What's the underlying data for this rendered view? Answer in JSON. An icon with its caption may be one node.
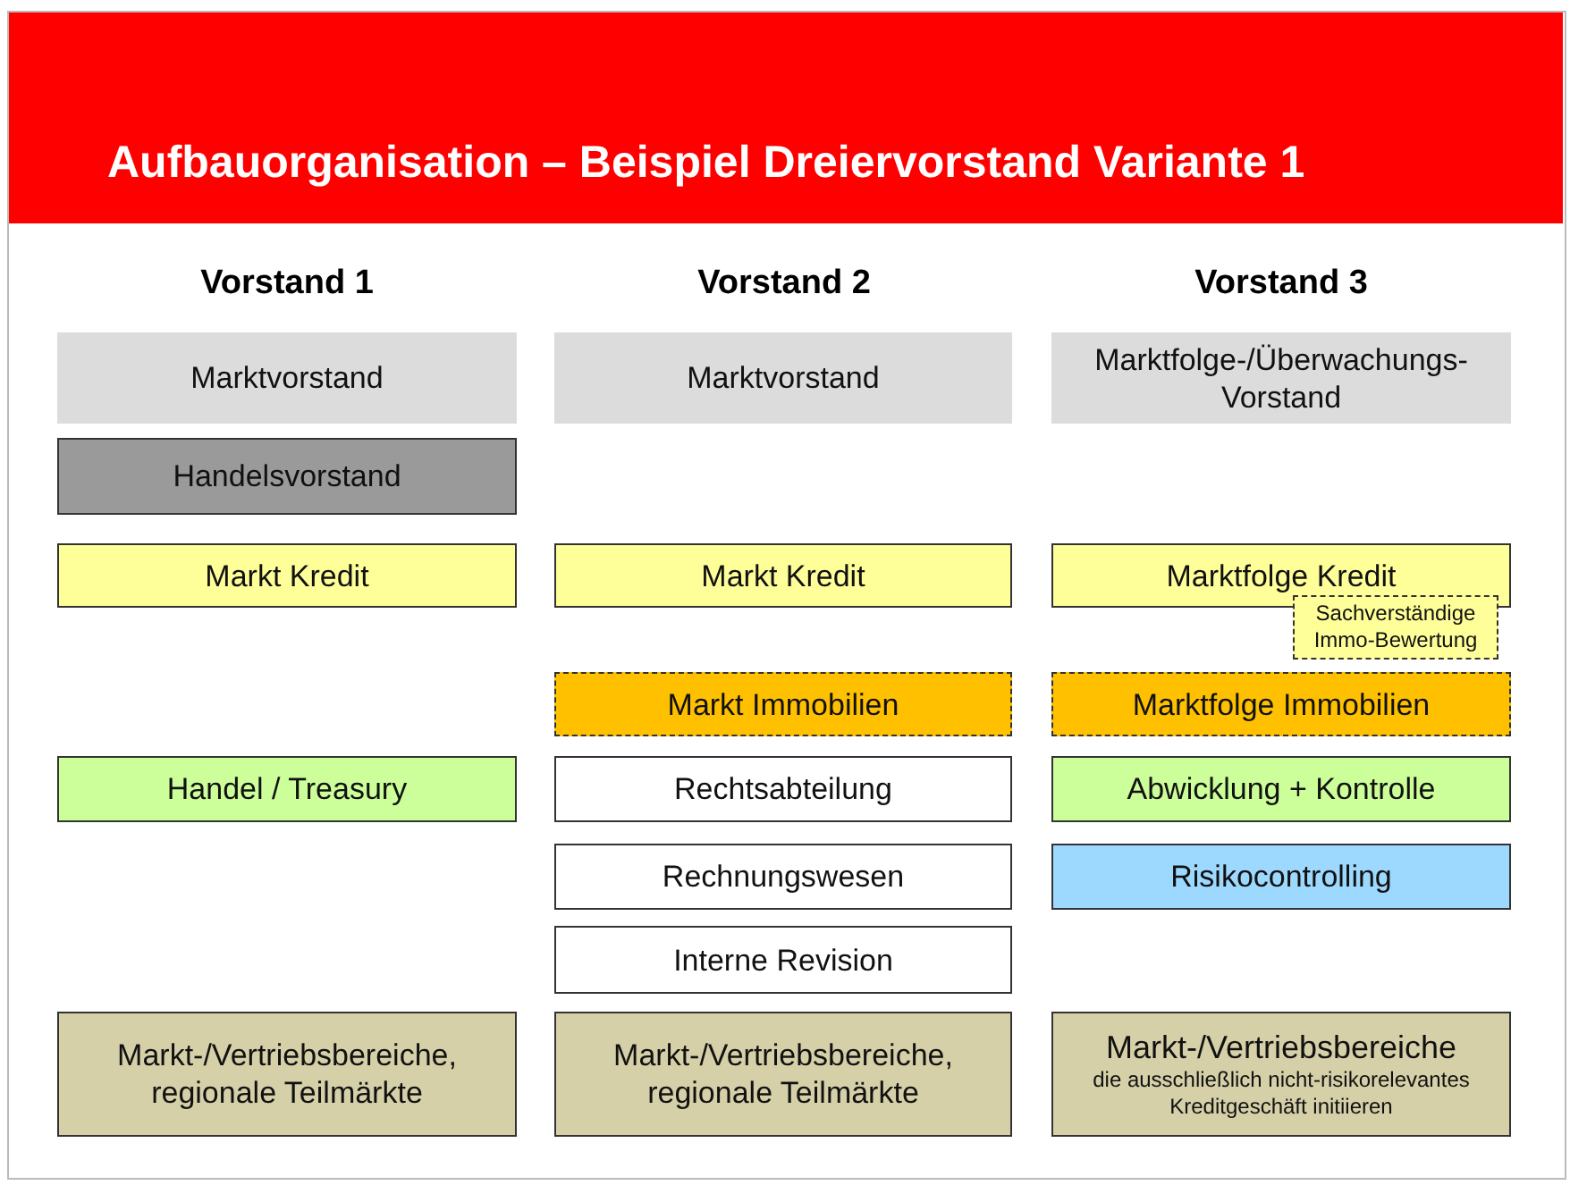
{
  "diagram": {
    "title": "Aufbauorganisation – Beispiel Dreiervorstand Variante 1",
    "nodes": [
      {
        "text": [
          "Marktvorstand"
        ]
      },
      {
        "text": [
          "Marktvorstand"
        ]
      },
      {
        "text": [
          "Marktfolge-/Überwachungs-Vorstand"
        ]
      },
      {
        "text": [
          "Handelsvorstand"
        ]
      },
      {
        "text": [
          "Markt Kredit"
        ]
      },
      {
        "text": [
          "Markt Kredit"
        ]
      },
      {
        "text": [
          "Marktfolge Kredit"
        ]
      },
      {
        "text": [
          "Sachverständige Immo-Bewertung"
        ]
      },
      {
        "text": [
          "Markt Immobilien"
        ]
      },
      {
        "text": [
          "Marktfolge Immobilien"
        ]
      },
      {
        "text": [
          "Handel / Treasury"
        ]
      },
      {
        "text": [
          "Rechtsabteilung"
        ]
      },
      {
        "text": [
          "Abwicklung + Kontrolle"
        ]
      },
      {
        "text": [
          "Rechnungswesen"
        ]
      },
      {
        "text": [
          "Risikocontrolling"
        ]
      },
      {
        "text": [
          "Interne Revision"
        ]
      },
      {
        "text": [
          "Markt-/Vertriebsbereiche, regionale Teilmärkte"
        ]
      },
      {
        "text": [
          "Markt-/Vertriebsbereiche, regionale Teilmärkte"
        ]
      },
      {
        "text": [
          "Markt-/Vertriebsbereiche",
          "die ausschließlich nicht-risikorelevantes Kreditgeschäft initiieren"
        ]
      }
    ],
    "labels": [
      "Vorstand 1",
      "Vorstand 2",
      "Vorstand 3"
    ]
  }
}
